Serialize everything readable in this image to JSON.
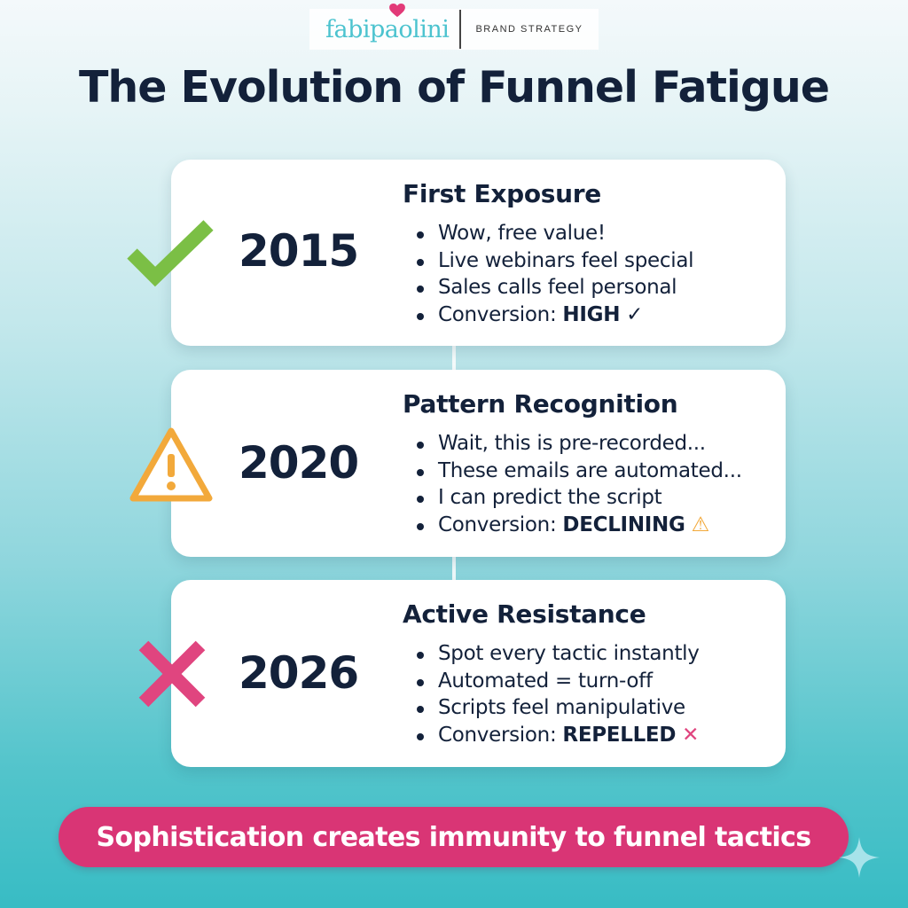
{
  "brand": {
    "logo_text": "fabipaolini",
    "tagline": "BRAND STRATEGY",
    "heart_color": "#e23a78",
    "logo_color": "#4cc3cf"
  },
  "title": "The Evolution of Funnel Fatigue",
  "stages": [
    {
      "year": "2015",
      "heading": "First Exposure",
      "status_icon": "check-icon",
      "status_color": "#7bbf45",
      "bullets": [
        "Wow, free value!",
        "Live webinars feel special",
        "Sales calls feel personal"
      ],
      "conversion_label": "Conversion:",
      "conversion_value": "HIGH",
      "conversion_glyph": "✓"
    },
    {
      "year": "2020",
      "heading": "Pattern Recognition",
      "status_icon": "warning-icon",
      "status_color": "#f2a93b",
      "bullets": [
        "Wait, this is pre-recorded...",
        "These emails are automated...",
        "I can predict the script"
      ],
      "conversion_label": "Conversion:",
      "conversion_value": "DECLINING",
      "conversion_glyph": "⚠"
    },
    {
      "year": "2026",
      "heading": "Active Resistance",
      "status_icon": "x-icon",
      "status_color": "#e0457f",
      "bullets": [
        "Spot every tactic instantly",
        "Automated = turn-off",
        "Scripts feel manipulative"
      ],
      "conversion_label": "Conversion:",
      "conversion_value": "REPELLED",
      "conversion_glyph": "✕"
    }
  ],
  "banner": {
    "text": "Sophistication creates immunity to funnel tactics",
    "color": "#d93575"
  },
  "decoration": {
    "sparkle_icon": "sparkle-icon"
  }
}
